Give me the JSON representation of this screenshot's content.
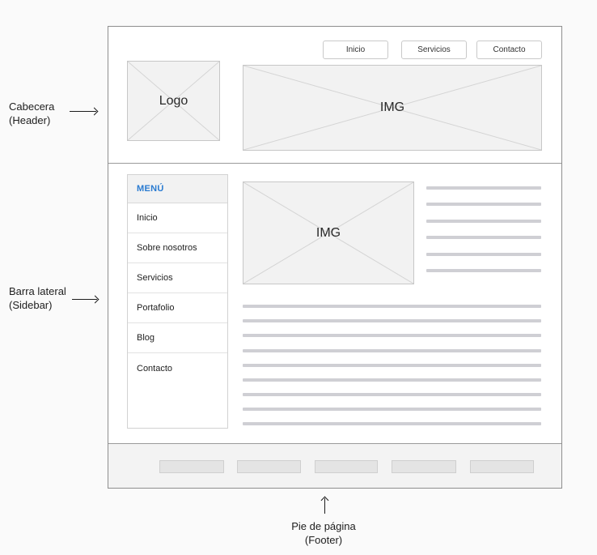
{
  "annotations": {
    "header": [
      "Cabecera",
      "(Header)"
    ],
    "sidebar": [
      "Barra lateral",
      "(Sidebar)"
    ],
    "footer": [
      "Pie de página",
      "(Footer)"
    ]
  },
  "header": {
    "nav": [
      "Inicio",
      "Servicios",
      "Contacto"
    ],
    "logo_label": "Logo",
    "banner_label": "IMG"
  },
  "sidebar": {
    "title": "MENÚ",
    "items": [
      "Inicio",
      "Sobre nosotros",
      "Servicios",
      "Portafolio",
      "Blog",
      "Contacto"
    ]
  },
  "content": {
    "image_label": "IMG"
  },
  "colors": {
    "accent": "#2a7bd1",
    "placeholder": "#f2f2f2",
    "text_line": "#cfcfd4"
  }
}
